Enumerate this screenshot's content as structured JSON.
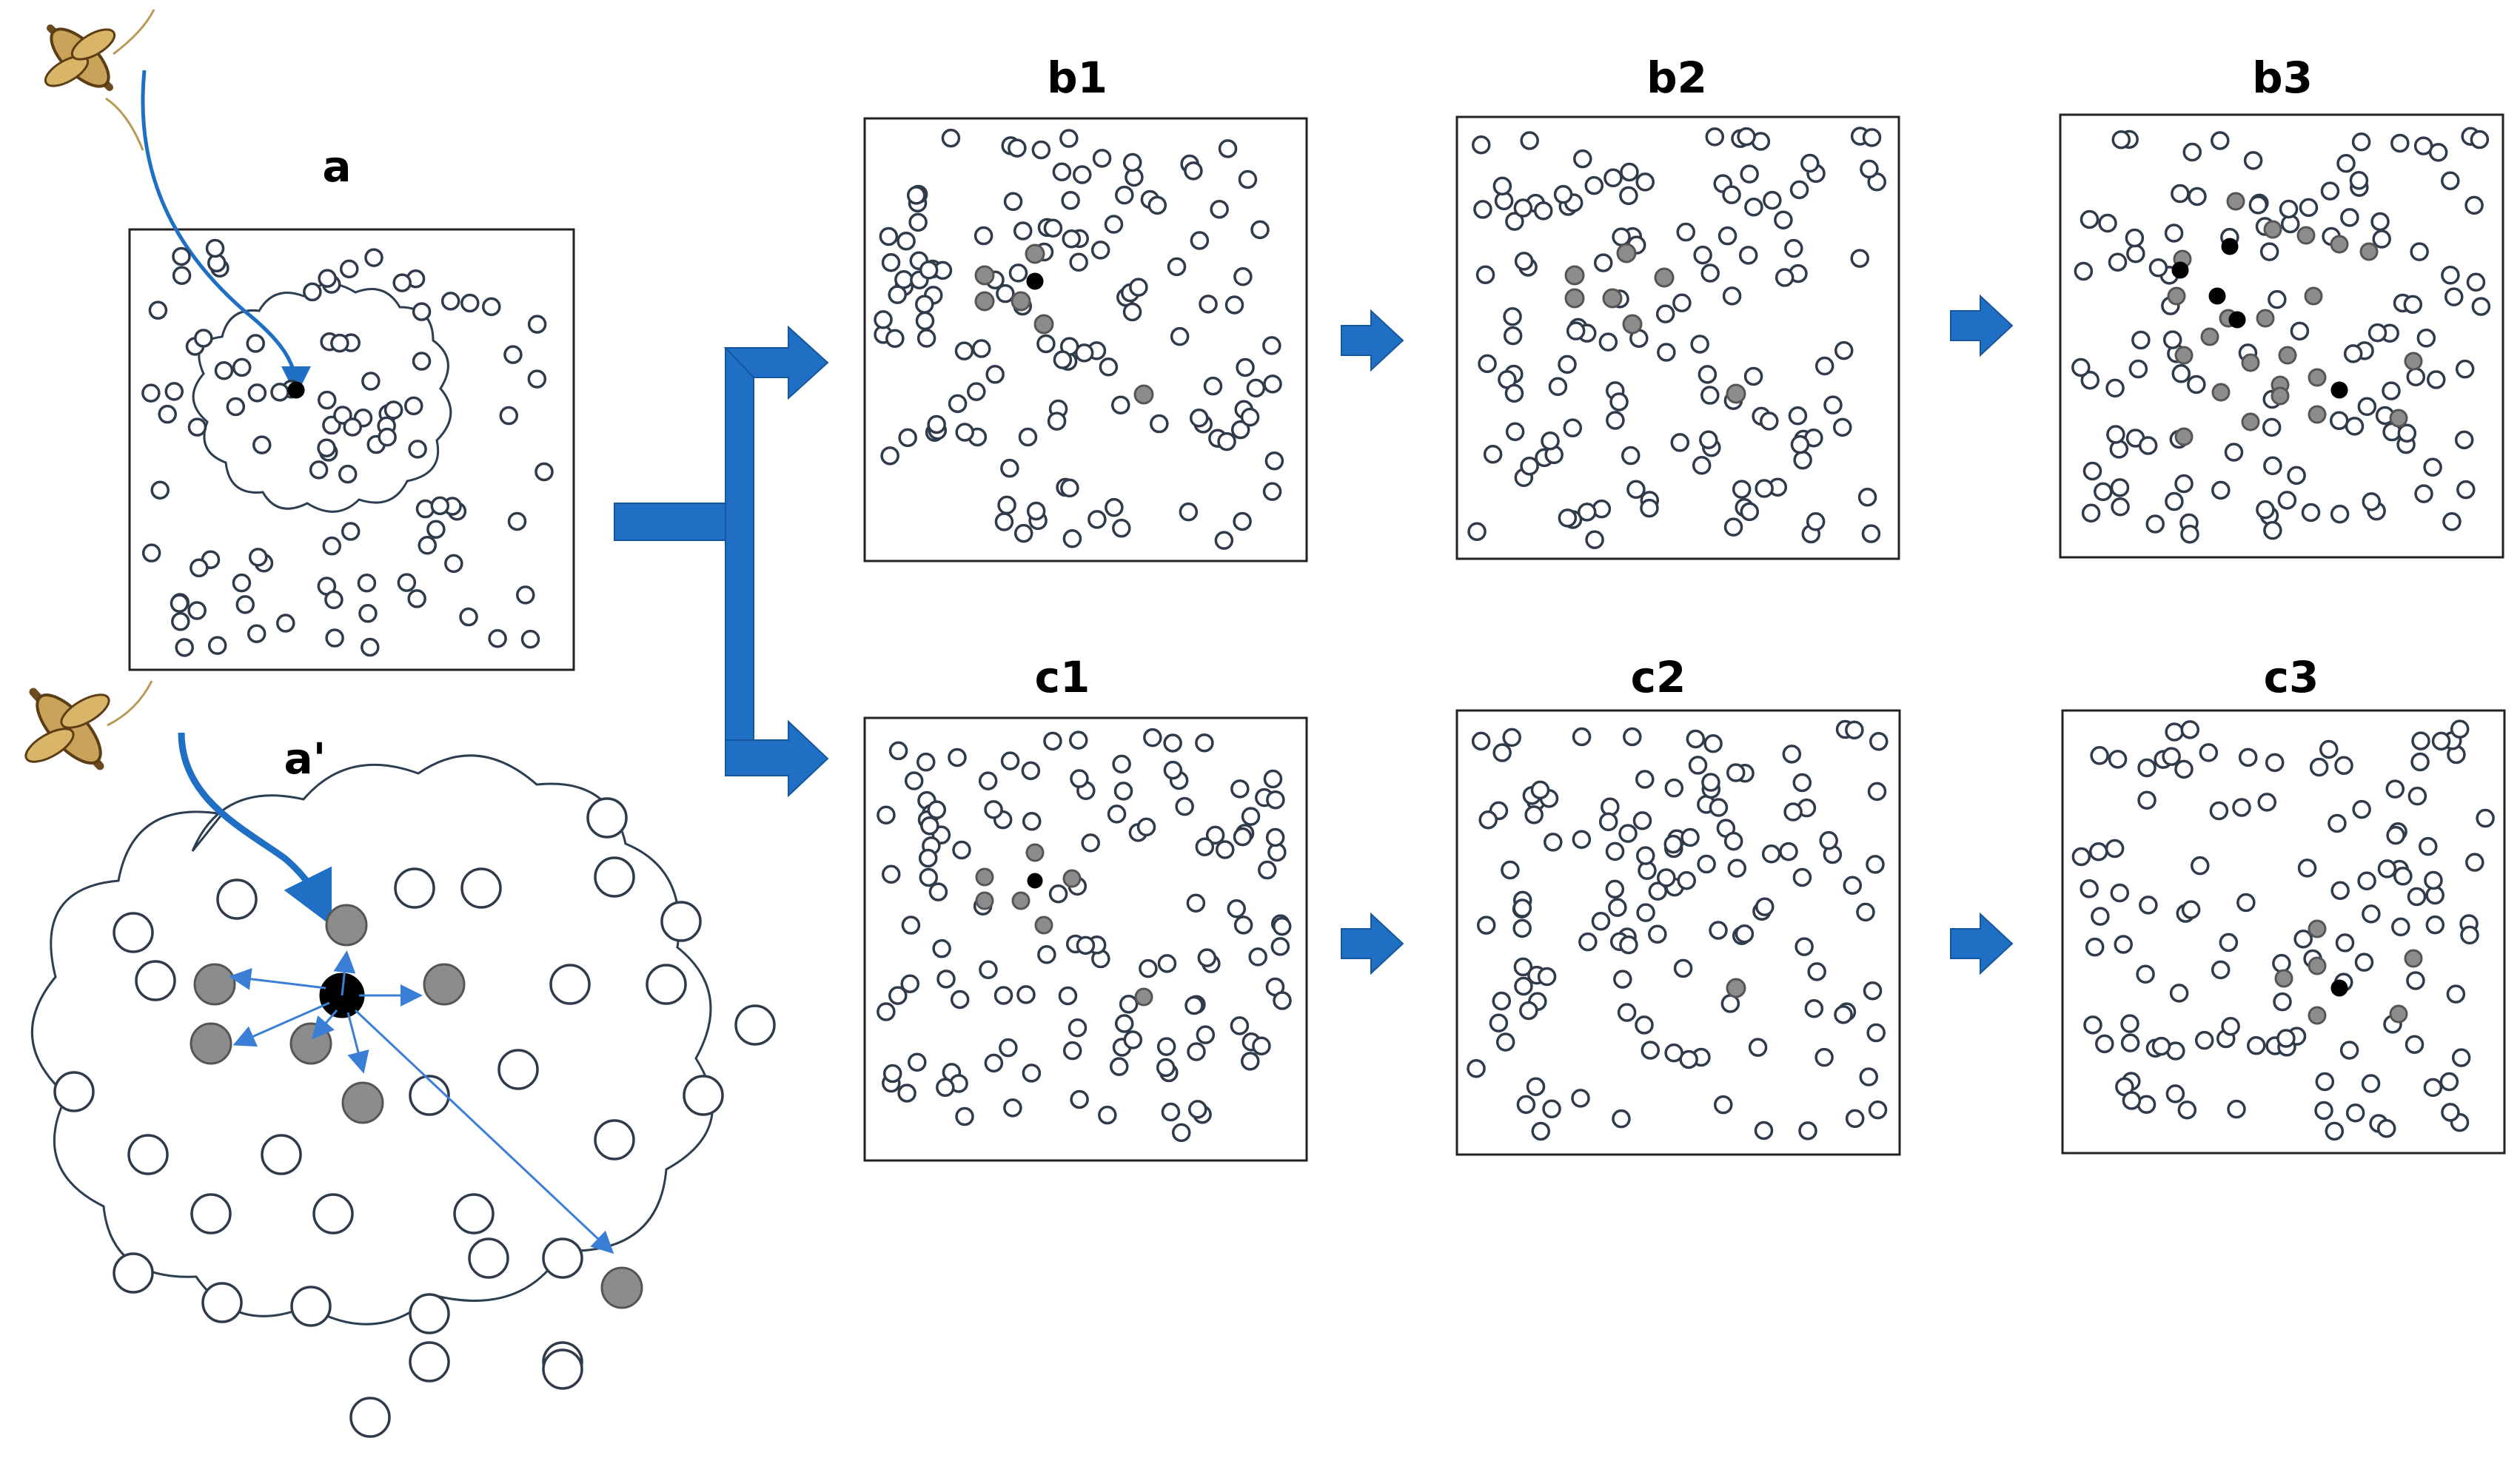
{
  "panels": {
    "a": "a",
    "a_prime": "a'",
    "b1": "b1",
    "b2": "b2",
    "b3": "b3",
    "c1": "c1",
    "c2": "c2",
    "c3": "c3"
  },
  "colors": {
    "arrow": "#1f6fc5",
    "infected": "#8c8c8c",
    "source": "#000000",
    "healthy_outline": "#2f3a4a"
  },
  "icons": {
    "vector": "insect-vector-icon"
  }
}
